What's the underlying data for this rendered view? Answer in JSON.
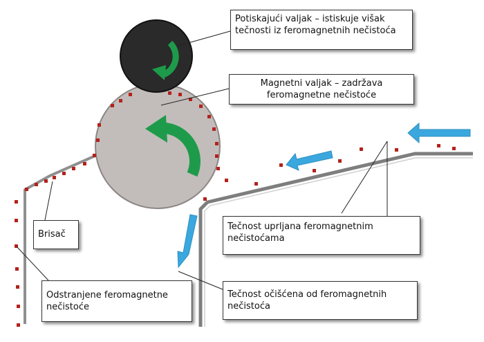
{
  "labels": {
    "squeeze_roller": "Potiskajući valjak – istiskuje višak tečnosti iz feromagnetnih nečistoća",
    "magnetic_roller": "Magnetni valjak – zadržava feromagnetne nečistoće",
    "wiper": "Brisač",
    "contaminated_liquid": "Tečnost uprljana feromagnetnim nečistoćama",
    "removed_impurities": "Odstranjene feromagnetne nečistoće",
    "cleaned_liquid": "Tečnost očišćena od feromagnetnih nečistoća"
  },
  "colors": {
    "squeeze_roller": "#2a2a2a",
    "magnetic_roller": "#c2bdbb",
    "rotation_arrow": "#1e9b4a",
    "flow_arrow": "#3aa8de",
    "particle": "#b3221b",
    "trough": "#8f8f8f"
  },
  "icons": {
    "rotation": "counterclockwise-arrow-icon",
    "flow": "flow-arrow-icon",
    "particle": "square-particle-icon"
  }
}
